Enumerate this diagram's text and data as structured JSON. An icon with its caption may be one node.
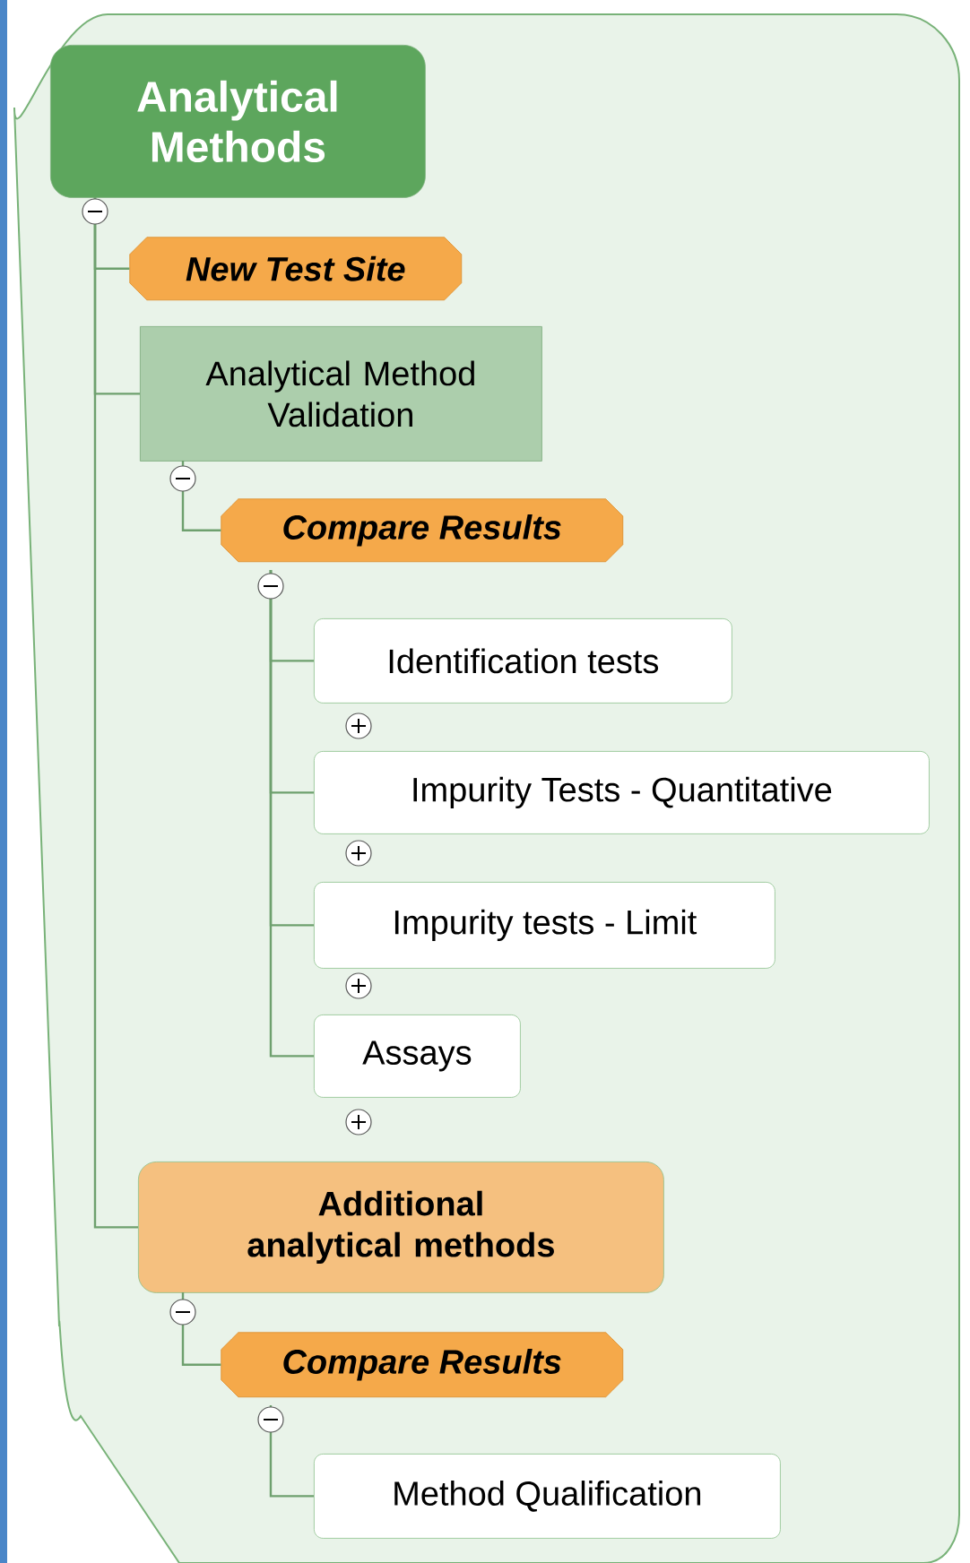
{
  "diagram": {
    "nodes": [
      {
        "text": [
          "Analytical Methods"
        ]
      },
      {
        "text": [
          "New Test Site"
        ]
      },
      {
        "text": [
          "Analytical Method Validation"
        ]
      },
      {
        "text": [
          "Compare Results"
        ]
      },
      {
        "text": [
          "Identification tests"
        ]
      },
      {
        "text": [
          "Impurity Tests - Quantitative"
        ]
      },
      {
        "text": [
          "Impurity tests - Limit"
        ]
      },
      {
        "text": [
          "Assays"
        ]
      },
      {
        "text": [
          "Additional analytical methods"
        ]
      },
      {
        "text": [
          "Compare Results"
        ]
      },
      {
        "text": [
          "Method Qualification"
        ]
      }
    ],
    "edges": [
      {
        "from": 0,
        "to": 1,
        "arrow": "none"
      },
      {
        "from": 0,
        "to": 2,
        "arrow": "none"
      },
      {
        "from": 0,
        "to": 8,
        "arrow": "none"
      },
      {
        "from": 2,
        "to": 3,
        "arrow": "none"
      },
      {
        "from": 3,
        "to": 4,
        "arrow": "none"
      },
      {
        "from": 3,
        "to": 5,
        "arrow": "none"
      },
      {
        "from": 3,
        "to": 6,
        "arrow": "none"
      },
      {
        "from": 3,
        "to": 7,
        "arrow": "none"
      },
      {
        "from": 8,
        "to": 9,
        "arrow": "none"
      },
      {
        "from": 9,
        "to": 10,
        "arrow": "none"
      }
    ]
  }
}
